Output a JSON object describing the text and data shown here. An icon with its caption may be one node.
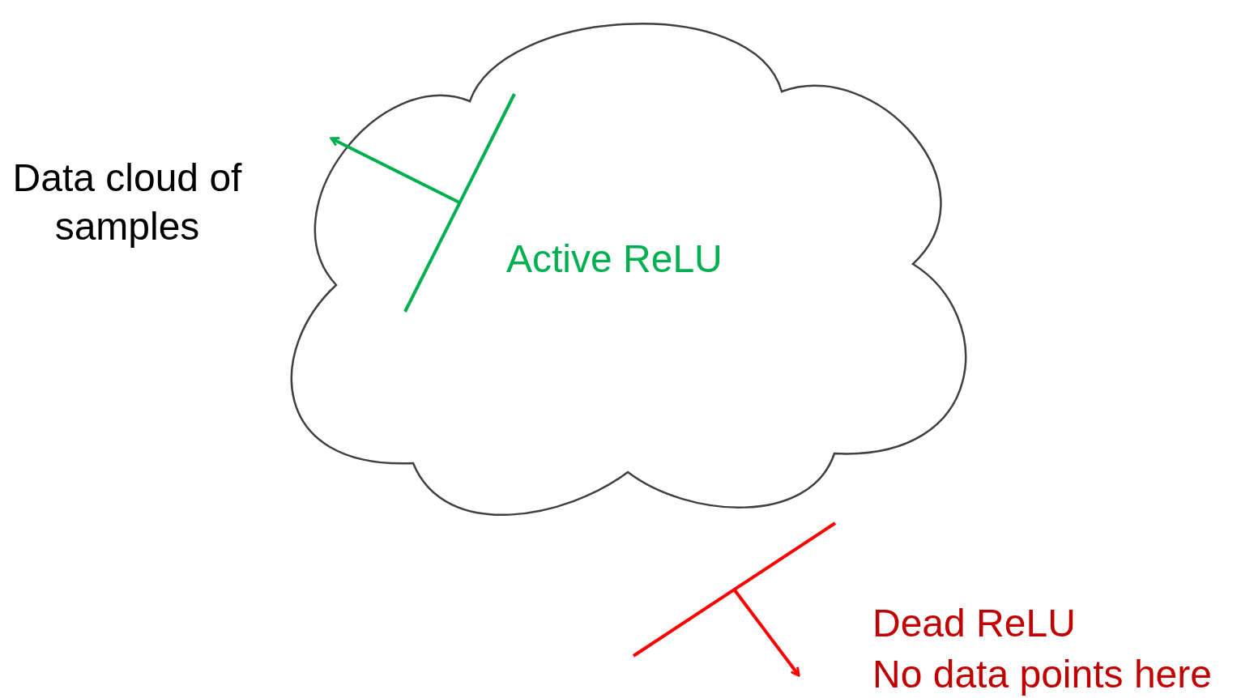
{
  "diagram": {
    "labels": [
      "Data cloud of samples",
      "Active ReLU",
      "Dead ReLU",
      "No data points here"
    ]
  }
}
